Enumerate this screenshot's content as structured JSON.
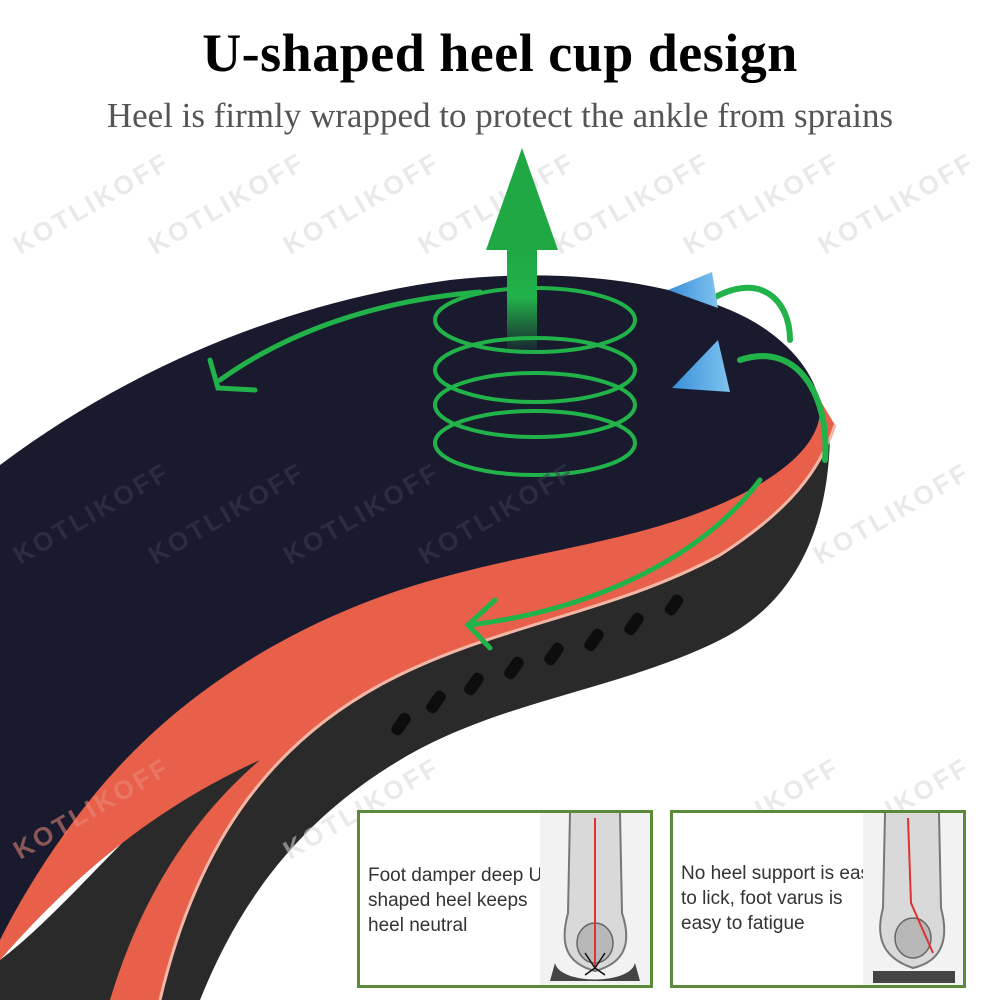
{
  "header": {
    "title": "U-shaped heel cup design",
    "subtitle": "Heel is firmly wrapped to protect the ankle from sprains"
  },
  "watermark": "KOTLIKOFF",
  "panels": [
    {
      "text": "Foot damper deep U-shaped heel keeps heel neutral"
    },
    {
      "text": "No heel support is easy to lick, foot varus is easy to fatigue"
    }
  ],
  "colors": {
    "insole_top": "#1a1a2e",
    "insole_edge": "#e8604a",
    "insole_base": "#2a2a2a",
    "arrow_green": "#22b24a",
    "arrow_blue": "#4da3e0",
    "panel_border": "#5a8a3a"
  },
  "icons": [
    "up-arrow-icon",
    "spring-icon",
    "curved-arrow-icon"
  ]
}
